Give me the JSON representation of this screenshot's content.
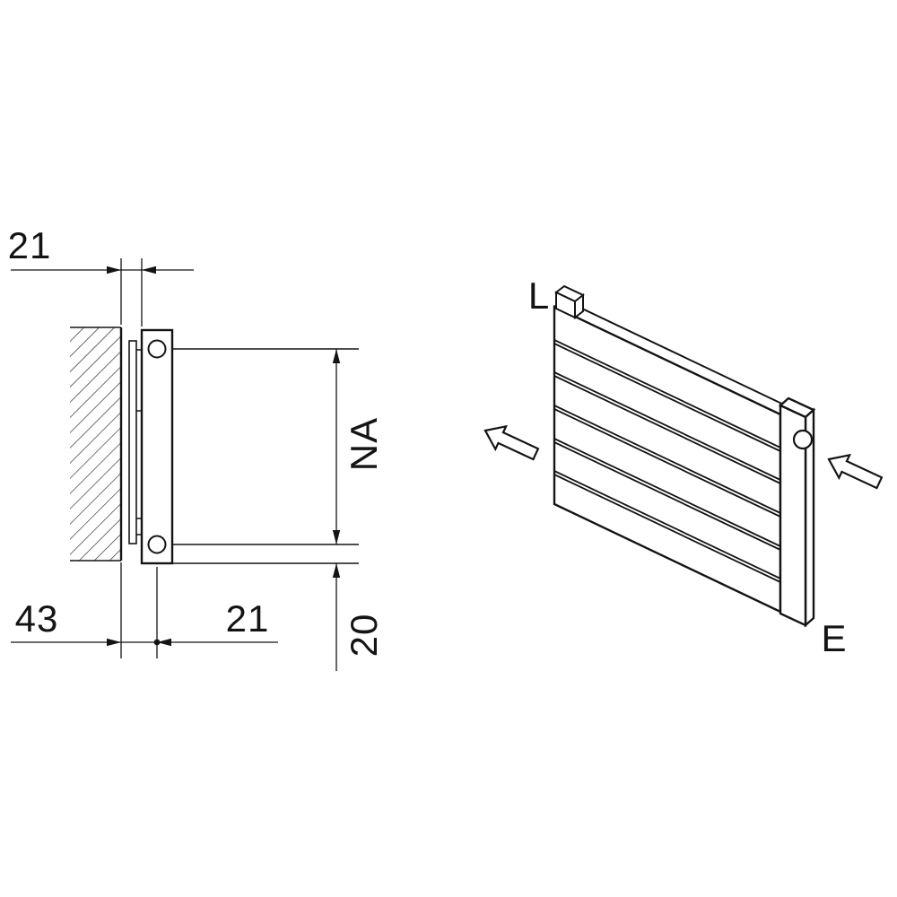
{
  "meta": {
    "title": "Radiator wall-mounting dimension diagram"
  },
  "colors": {
    "line": "#141414",
    "background": "#ffffff"
  },
  "side_view": {
    "dim_top_wall_gap": "21",
    "dim_mounting_height": "NA",
    "dim_wall_depth": "43",
    "dim_axis_offset": "21",
    "dim_bottom_clearance": "20"
  },
  "iso_view": {
    "label_flow_left": "L",
    "label_entry": "E"
  }
}
